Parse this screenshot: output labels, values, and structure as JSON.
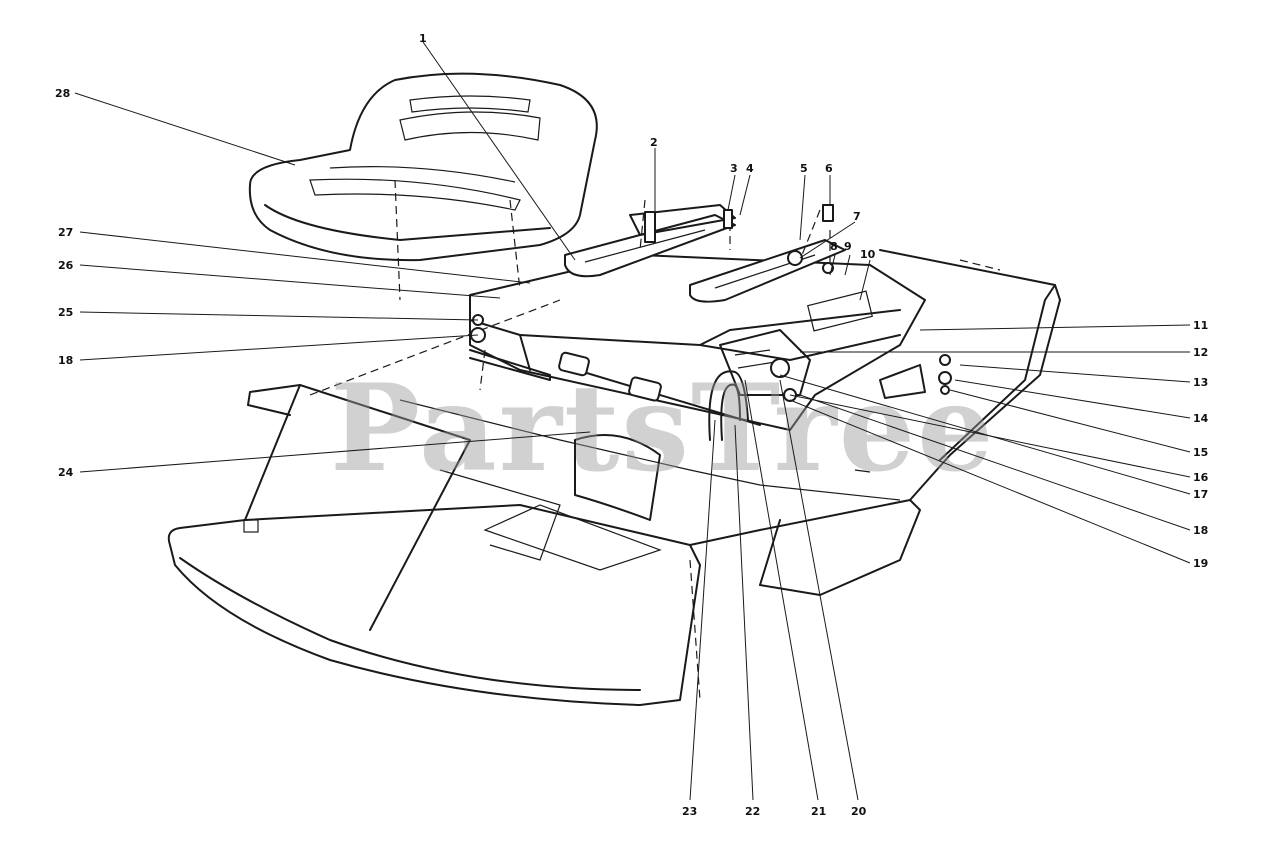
{
  "watermark": "PartsTree",
  "colors": {
    "ink": "#1a1a1a",
    "watermark": "#9a9a9a",
    "background": "#ffffff"
  },
  "callouts": [
    {
      "id": "c1",
      "label": "1"
    },
    {
      "id": "c2",
      "label": "2"
    },
    {
      "id": "c3",
      "label": "3"
    },
    {
      "id": "c4",
      "label": "4"
    },
    {
      "id": "c5",
      "label": "5"
    },
    {
      "id": "c6",
      "label": "6"
    },
    {
      "id": "c7",
      "label": "7"
    },
    {
      "id": "c8",
      "label": "8"
    },
    {
      "id": "c9",
      "label": "9"
    },
    {
      "id": "c10",
      "label": "10"
    },
    {
      "id": "c11",
      "label": "11"
    },
    {
      "id": "c12",
      "label": "12"
    },
    {
      "id": "c13",
      "label": "13"
    },
    {
      "id": "c14",
      "label": "14"
    },
    {
      "id": "c15",
      "label": "15"
    },
    {
      "id": "c16",
      "label": "16"
    },
    {
      "id": "c17",
      "label": "17"
    },
    {
      "id": "c18r",
      "label": "18"
    },
    {
      "id": "c19",
      "label": "19"
    },
    {
      "id": "c20",
      "label": "20"
    },
    {
      "id": "c21",
      "label": "21"
    },
    {
      "id": "c22",
      "label": "22"
    },
    {
      "id": "c23",
      "label": "23"
    },
    {
      "id": "c24",
      "label": "24"
    },
    {
      "id": "c25",
      "label": "25"
    },
    {
      "id": "c18l",
      "label": "18"
    },
    {
      "id": "c26",
      "label": "26"
    },
    {
      "id": "c27",
      "label": "27"
    },
    {
      "id": "c28",
      "label": "28"
    }
  ]
}
